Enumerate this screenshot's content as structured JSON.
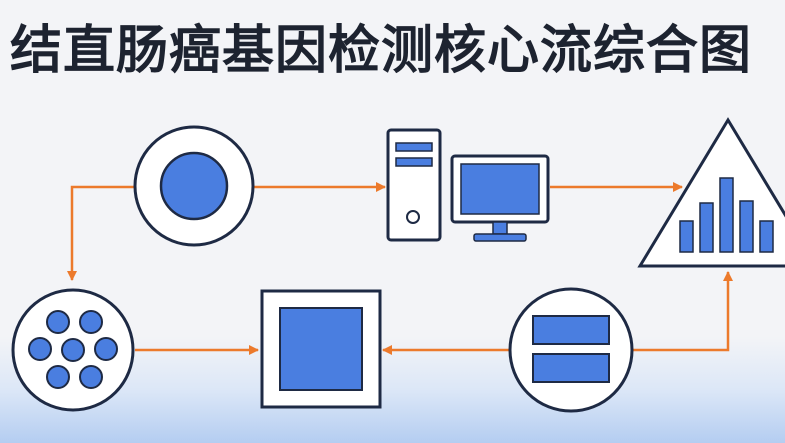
{
  "title": "结直肠癌基因检测核心流综合图",
  "colors": {
    "background": "#f3f4f7",
    "node_fill": "#4a7ee0",
    "node_stroke": "#1e2a44",
    "node_bg": "#ffffff",
    "arrow": "#ec7a2c",
    "title_text": "#1d2330"
  },
  "nodes": [
    {
      "id": "sample",
      "icon": "circle-sample-icon"
    },
    {
      "id": "computer",
      "icon": "computer-workstation-icon"
    },
    {
      "id": "analysis",
      "icon": "bar-chart-triangle-icon"
    },
    {
      "id": "cells",
      "icon": "cell-cluster-icon"
    },
    {
      "id": "result",
      "icon": "square-result-icon"
    },
    {
      "id": "report",
      "icon": "split-panel-icon"
    }
  ],
  "edges": [
    {
      "from": "sample",
      "to": "computer"
    },
    {
      "from": "computer",
      "to": "analysis"
    },
    {
      "from": "sample",
      "to": "cells"
    },
    {
      "from": "cells",
      "to": "result"
    },
    {
      "from": "report",
      "to": "result"
    },
    {
      "from": "report",
      "to": "analysis"
    }
  ]
}
